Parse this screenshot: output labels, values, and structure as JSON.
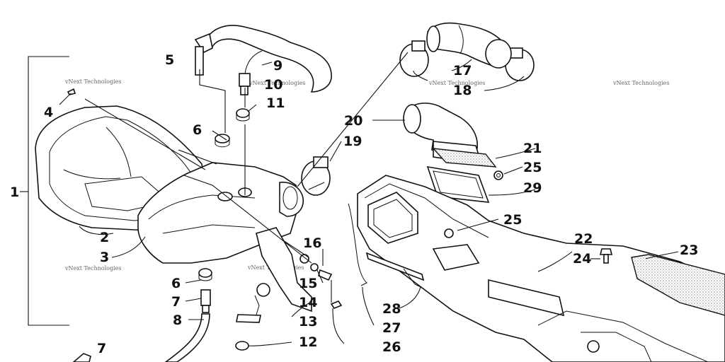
{
  "callouts": [
    {
      "id": "c1",
      "text": "1"
    },
    {
      "id": "c2",
      "text": "2"
    },
    {
      "id": "c3",
      "text": "3"
    },
    {
      "id": "c4",
      "text": "4"
    },
    {
      "id": "c5",
      "text": "5"
    },
    {
      "id": "c6a",
      "text": "6"
    },
    {
      "id": "c6b",
      "text": "6"
    },
    {
      "id": "c7a",
      "text": "7"
    },
    {
      "id": "c7b",
      "text": "7"
    },
    {
      "id": "c8",
      "text": "8"
    },
    {
      "id": "c9",
      "text": "9"
    },
    {
      "id": "c10",
      "text": "10"
    },
    {
      "id": "c11",
      "text": "11"
    },
    {
      "id": "c12",
      "text": "12"
    },
    {
      "id": "c13",
      "text": "13"
    },
    {
      "id": "c14",
      "text": "14"
    },
    {
      "id": "c15",
      "text": "15"
    },
    {
      "id": "c16",
      "text": "16"
    },
    {
      "id": "c17",
      "text": "17"
    },
    {
      "id": "c18",
      "text": "18"
    },
    {
      "id": "c19",
      "text": "19"
    },
    {
      "id": "c20",
      "text": "20"
    },
    {
      "id": "c21",
      "text": "21"
    },
    {
      "id": "c22",
      "text": "22"
    },
    {
      "id": "c23",
      "text": "23"
    },
    {
      "id": "c24",
      "text": "24"
    },
    {
      "id": "c25a",
      "text": "25"
    },
    {
      "id": "c25b",
      "text": "25"
    },
    {
      "id": "c26",
      "text": "26"
    },
    {
      "id": "c27",
      "text": "27"
    },
    {
      "id": "c28",
      "text": "28"
    },
    {
      "id": "c29",
      "text": "29"
    }
  ],
  "watermark": "vNext Technologies"
}
